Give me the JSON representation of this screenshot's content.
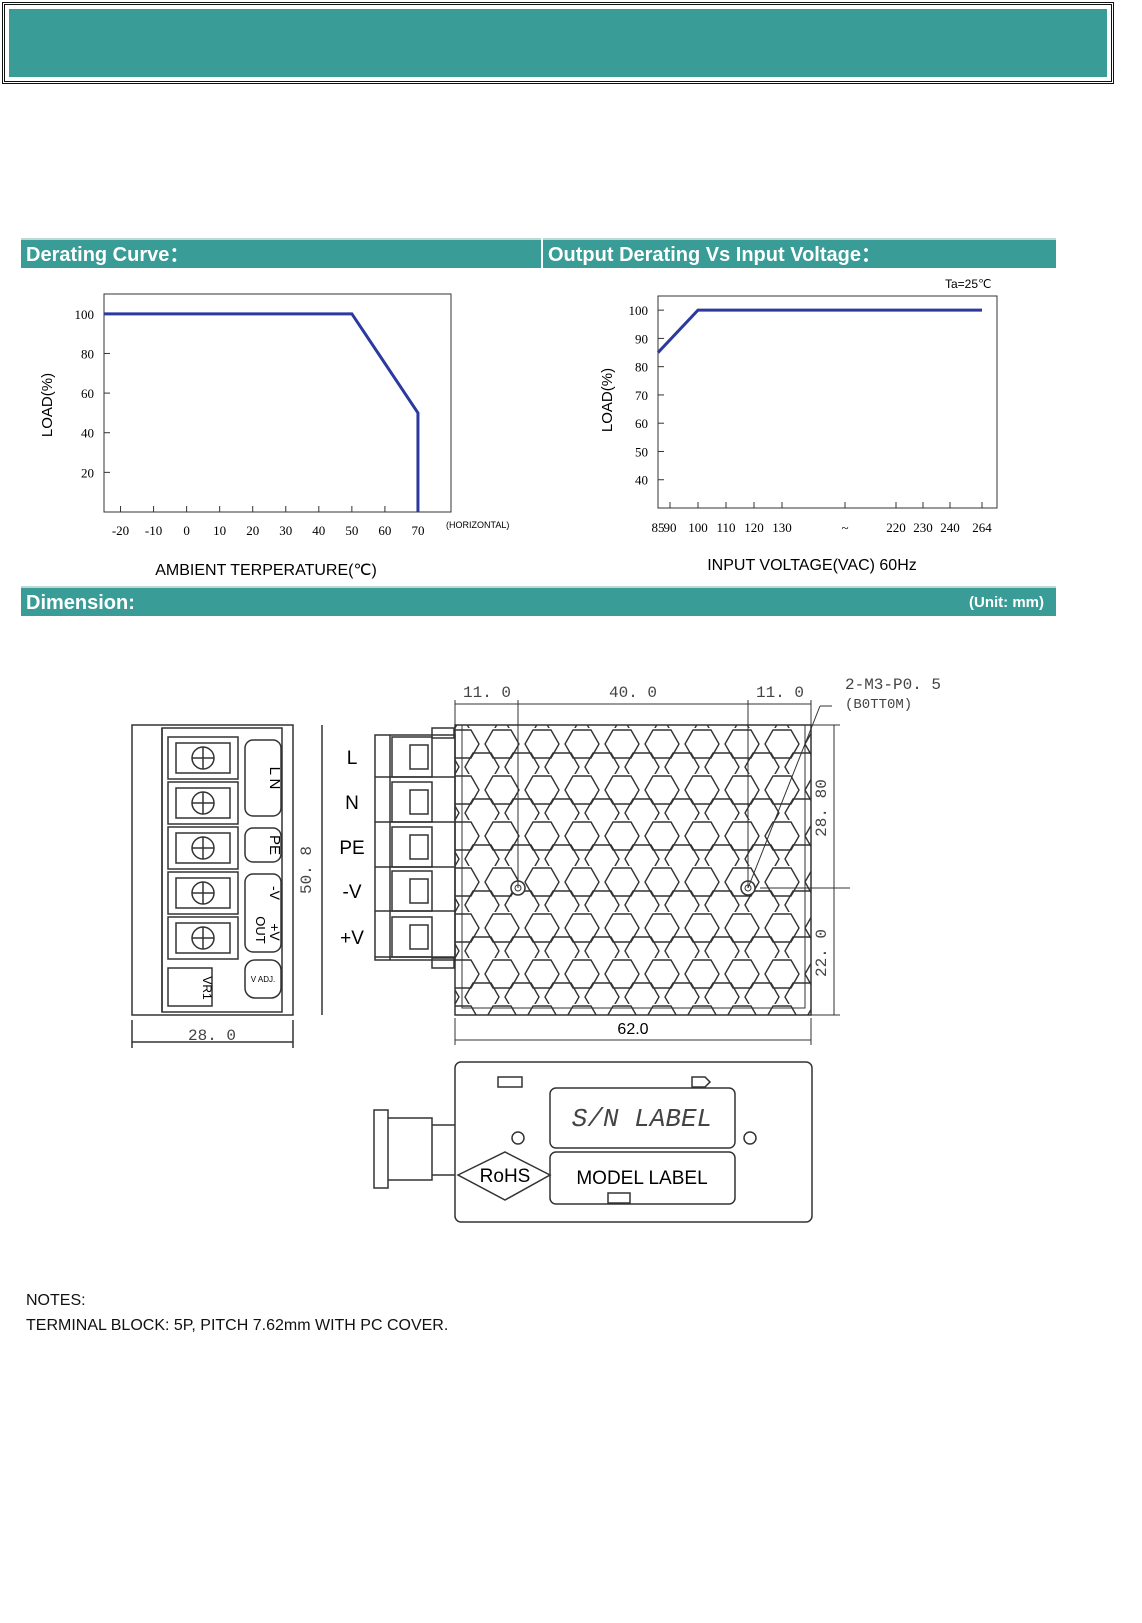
{
  "sections": {
    "derating": "Derating Curve：",
    "output_derating": "Output Derating Vs Input Voltage：",
    "dimension": "Dimension:",
    "unit": "(Unit: mm)"
  },
  "chart_data": [
    {
      "type": "line",
      "title": "",
      "xlabel": "AMBIENT TERPERATURE(℃)",
      "ylabel": "LOAD(%)",
      "x_note": "(HORIZONTAL)",
      "x_ticks": [
        -20,
        -10,
        0,
        10,
        20,
        30,
        40,
        50,
        60,
        70
      ],
      "y_ticks": [
        20,
        40,
        60,
        80,
        100
      ],
      "xlim": [
        -25,
        80
      ],
      "ylim": [
        0,
        110
      ],
      "series": [
        {
          "x": [
            -25,
            50,
            70,
            70
          ],
          "y": [
            100,
            100,
            50,
            0
          ],
          "color": "#2b3a9c"
        }
      ]
    },
    {
      "type": "line",
      "title": "",
      "annotation": "Ta=25℃",
      "xlabel": "INPUT VOLTAGE(VAC) 60Hz",
      "ylabel": "LOAD(%)",
      "x_ticks": [
        "85",
        "90",
        "100",
        "110",
        "120",
        "130",
        "~",
        "220",
        "230",
        "240",
        "264"
      ],
      "y_ticks": [
        40,
        50,
        60,
        70,
        80,
        90,
        100
      ],
      "ylim": [
        30,
        105
      ],
      "series": [
        {
          "x": [
            "85",
            "100",
            "264"
          ],
          "y": [
            85,
            100,
            100
          ],
          "color": "#2b3a9c"
        }
      ]
    }
  ],
  "drawing": {
    "dim_top_left": "11. 0",
    "dim_top_mid": "40. 0",
    "dim_top_right": "11. 0",
    "callout_line1": "2-M3-P0. 5",
    "callout_line2": "(B0TT0M)",
    "dim_height_front": "50. 8",
    "dim_width_front": "28. 0",
    "dim_hole_upper": "28. 80",
    "dim_hole_lower": "22. 0",
    "dim_length": "62.0",
    "terminals": [
      "L",
      "N",
      "PE",
      "-V",
      "+V"
    ],
    "block_labels": {
      "ln": "L N",
      "pe": "PE",
      "out_neg": "-V",
      "out_pos": "+V",
      "out": "OUT",
      "vr": "VR1",
      "vadj": "V ADJ."
    },
    "sn_label": "S/N  LABEL",
    "model_label": "MODEL LABEL",
    "rohs": "RoHS"
  },
  "notes": {
    "title": "NOTES:",
    "line1": "TERMINAL BLOCK: 5P, PITCH 7.62mm WITH PC COVER."
  }
}
